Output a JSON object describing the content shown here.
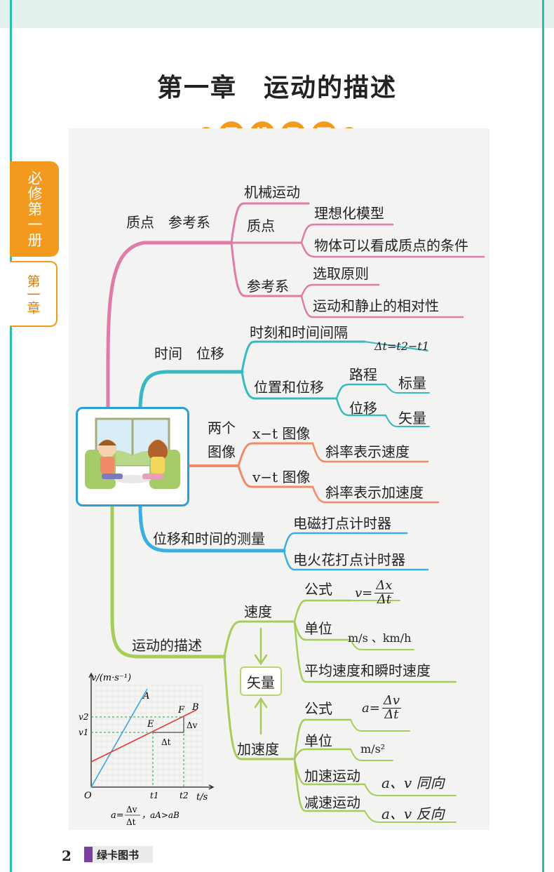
{
  "page": {
    "title": "第一章　运动的描述",
    "banner_chars": [
      "思",
      "维",
      "导",
      "图"
    ],
    "side_tab": {
      "book": "必修第一册",
      "chapter": "第一章"
    },
    "page_number": "2",
    "brand": "绿卡图书"
  },
  "colors": {
    "teal": "#2bbfb2",
    "orange": "#f39a1e",
    "pink": "#e07aa8",
    "cyan": "#38b8c0",
    "salmon": "#f08a68",
    "blue": "#3aaee0",
    "green": "#a6cc5a"
  },
  "mindmap": {
    "b1": {
      "label": "质点　参考系",
      "n1": "机械运动",
      "n2": "质点",
      "n2a": "理想化模型",
      "n2b": "物体可以看成质点的条件",
      "n3": "参考系",
      "n3a": "选取原则",
      "n3b": "运动和静止的相对性"
    },
    "b2": {
      "label": "时间　位移",
      "n1": "时刻和时间间隔",
      "n1a": "Δt=t2−t1",
      "n2": "位置和位移",
      "n2a": "路程",
      "n2a1": "标量",
      "n2b": "位移",
      "n2b1": "矢量"
    },
    "b3": {
      "label_line1": "两个",
      "label_line2": "图像",
      "n1": "x−t 图像",
      "n1a": "斜率表示速度",
      "n2": "v−t 图像",
      "n2a": "斜率表示加速度"
    },
    "b4": {
      "label": "位移和时间的测量",
      "n1": "电磁打点计时器",
      "n2": "电火花打点计时器"
    },
    "b5": {
      "label": "运动的描述",
      "speed": "速度",
      "vector": "矢量",
      "accel": "加速度",
      "s1": "公式",
      "s1f_lhs": "v=",
      "s1f_num": "Δx",
      "s1f_den": "Δt",
      "s2": "单位",
      "s2v": "m/s 、km/h",
      "s3": "平均速度和瞬时速度",
      "a1": "公式",
      "a1f_lhs": "a=",
      "a1f_num": "Δv",
      "a1f_den": "Δt",
      "a2": "单位",
      "a2v": "m/s²",
      "a3": "加速运动",
      "a3v": "a、v 同向",
      "a4": "减速运动",
      "a4v": "a、v 反向"
    }
  },
  "graph": {
    "ylabel": "v/(m·s⁻¹)",
    "xlabel": "t/s",
    "origin": "O",
    "v2": "v2",
    "v1": "v1",
    "t1": "t1",
    "t2": "t2",
    "A": "A",
    "B": "B",
    "E": "E",
    "F": "F",
    "dv": "Δv",
    "dt": "Δt",
    "caption_lhs": "a=",
    "caption_num": "Δv",
    "caption_den": "Δt",
    "caption_rhs": "，aA>aB"
  }
}
